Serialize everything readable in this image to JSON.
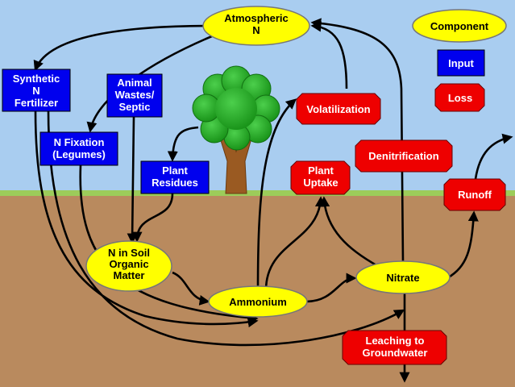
{
  "legend": {
    "component": "Component",
    "input": "Input",
    "loss": "Loss"
  },
  "components": {
    "atmospheric_n": [
      "Atmospheric",
      "N"
    ],
    "n_in_soil_organic_matter": [
      "N in Soil",
      "Organic",
      "Matter"
    ],
    "ammonium": [
      "Ammonium"
    ],
    "nitrate": [
      "Nitrate"
    ]
  },
  "inputs": {
    "synthetic_n_fertilizer": [
      "Synthetic",
      "N",
      "Fertilizer"
    ],
    "animal_wastes_septic": [
      "Animal",
      "Wastes/",
      "Septic"
    ],
    "n_fixation_legumes": [
      "N Fixation",
      "(Legumes)"
    ],
    "plant_residues": [
      "Plant",
      "Residues"
    ]
  },
  "losses": {
    "volatilization": [
      "Volatilization"
    ],
    "plant_uptake": [
      "Plant",
      "Uptake"
    ],
    "denitrification": [
      "Denitrification"
    ],
    "runoff": [
      "Runoff"
    ],
    "leaching_to_groundwater": [
      "Leaching to",
      "Groundwater"
    ]
  },
  "colors": {
    "sky": "#a9cdf0",
    "grass": "#9ccc5a",
    "soil": "#b98a5e",
    "component_fill": "#ffff00",
    "input_fill": "#0000ee",
    "loss_fill": "#ee0000",
    "tree_foliage": "#22aa22",
    "tree_trunk": "#9a5a22",
    "arrow": "#000000"
  }
}
